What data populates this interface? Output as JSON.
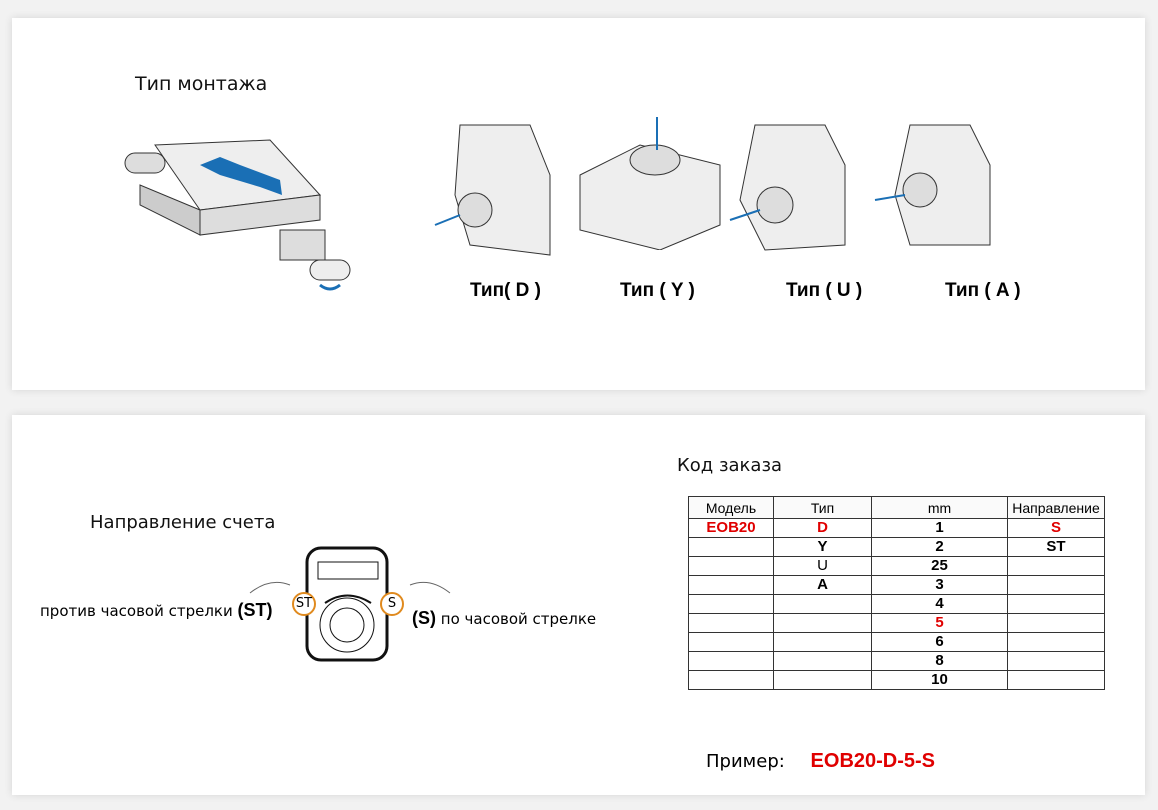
{
  "mounting": {
    "title": "Тип монтажа",
    "types": [
      "Тип( D )",
      "Тип ( Y )",
      "Тип ( U )",
      "Тип ( A )"
    ]
  },
  "direction": {
    "title": "Направление счета",
    "ccw_text": "против часовой стрелки",
    "ccw_code": "(ST)",
    "cw_code": "(S)",
    "cw_text": "по часовой стрелке",
    "ccw_badge": "ST",
    "cw_badge": "S"
  },
  "order": {
    "title": "Код заказа",
    "headers": [
      "Модель",
      "Тип",
      "mm",
      "Направление"
    ],
    "rows": [
      [
        "EOB20",
        "D",
        "1",
        "S"
      ],
      [
        "",
        "Y",
        "2",
        "ST"
      ],
      [
        "",
        "U",
        "25",
        ""
      ],
      [
        "",
        "A",
        "3",
        ""
      ],
      [
        "",
        "",
        "4",
        ""
      ],
      [
        "",
        "",
        "5",
        ""
      ],
      [
        "",
        "",
        "6",
        ""
      ],
      [
        "",
        "",
        "8",
        ""
      ],
      [
        "",
        "",
        "10",
        ""
      ]
    ],
    "example_label": "Пример:",
    "example_value": "EOB20-D-5-S"
  },
  "colors": {
    "highlight": "#e00000",
    "badge": "#e08a1e",
    "arrow": "#1a6fb5"
  }
}
